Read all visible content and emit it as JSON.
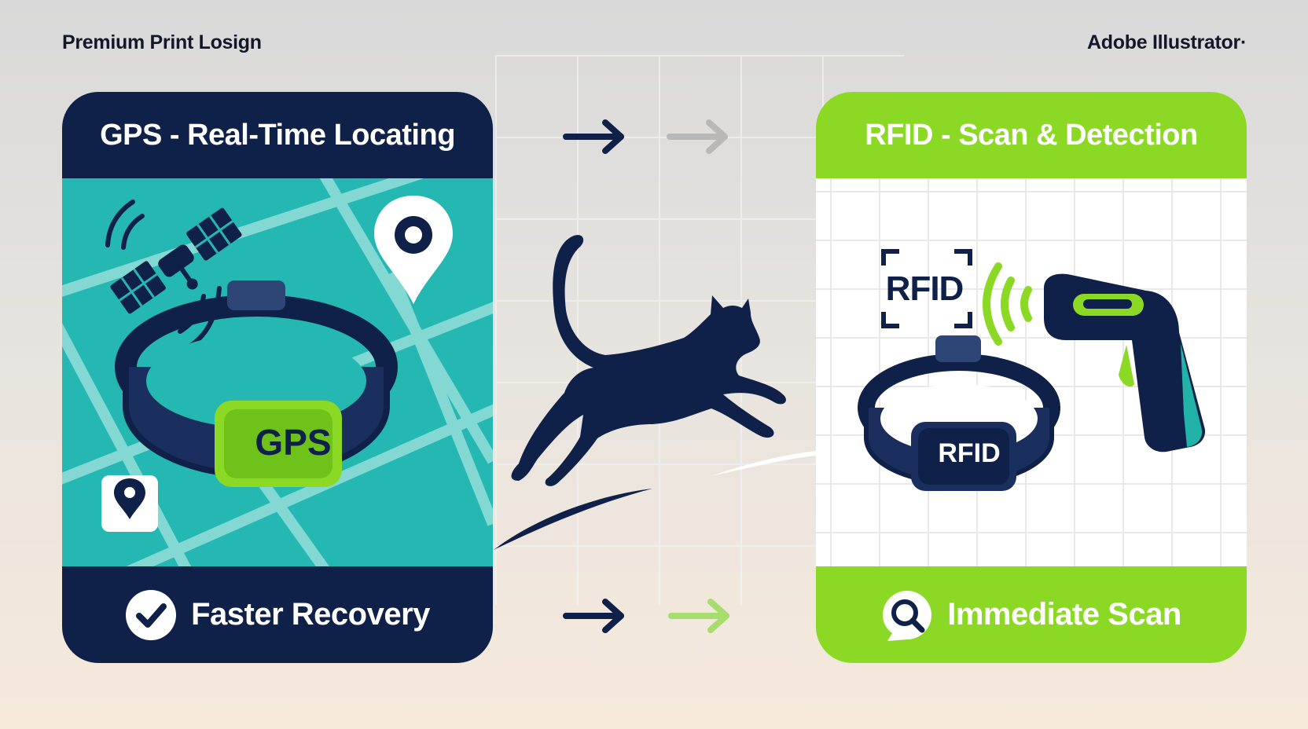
{
  "header": {
    "left_label": "Premium Print Losign",
    "right_label": "Adobe Illustrator·"
  },
  "gps_card": {
    "title": "GPS - Real-Time Locating",
    "band_label": "GPS",
    "footer_label": "Faster Recovery",
    "footer_icon": "checkmark-circle-icon",
    "colors": {
      "header": "#0f2148",
      "map": "#25b8b2",
      "accent": "#8bd925"
    }
  },
  "rfid_card": {
    "title": "RFID - Scan & Detection",
    "tag_label": "RFID",
    "band_label": "RFID",
    "footer_label": "Immediate Scan",
    "footer_icon": "magnifier-icon",
    "colors": {
      "header": "#8bd925",
      "body": "#ffffff",
      "navy": "#0f2148"
    }
  },
  "center": {
    "subject_icon": "running-cat-icon"
  }
}
